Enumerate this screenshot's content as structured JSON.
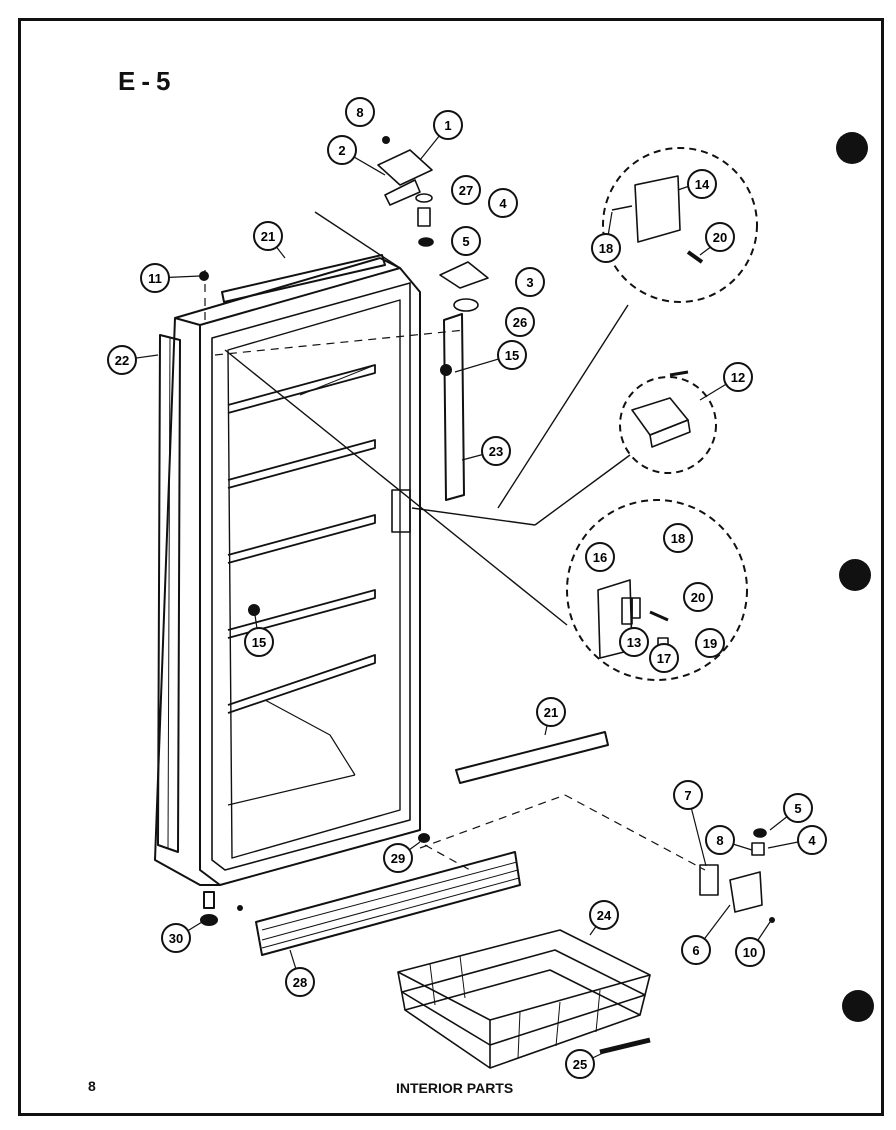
{
  "header": {
    "corner_code": "E-5"
  },
  "footer": {
    "page_number": "8",
    "title": "INTERIOR PARTS"
  },
  "callouts": [
    {
      "id": "c1",
      "label": "1"
    },
    {
      "id": "c2",
      "label": "2"
    },
    {
      "id": "c8a",
      "label": "8"
    },
    {
      "id": "c27",
      "label": "27"
    },
    {
      "id": "c4a",
      "label": "4"
    },
    {
      "id": "c5a",
      "label": "5"
    },
    {
      "id": "c3",
      "label": "3"
    },
    {
      "id": "c26",
      "label": "26"
    },
    {
      "id": "c21a",
      "label": "21"
    },
    {
      "id": "c11",
      "label": "11"
    },
    {
      "id": "c14",
      "label": "14"
    },
    {
      "id": "c18a",
      "label": "18"
    },
    {
      "id": "c20a",
      "label": "20"
    },
    {
      "id": "c12",
      "label": "12"
    },
    {
      "id": "c23",
      "label": "23"
    },
    {
      "id": "c22",
      "label": "22"
    },
    {
      "id": "c15a",
      "label": "15"
    },
    {
      "id": "c15b",
      "label": "15"
    },
    {
      "id": "c16",
      "label": "16"
    },
    {
      "id": "c18b",
      "label": "18"
    },
    {
      "id": "c20b",
      "label": "20"
    },
    {
      "id": "c13",
      "label": "13"
    },
    {
      "id": "c17",
      "label": "17"
    },
    {
      "id": "c19",
      "label": "19"
    },
    {
      "id": "c21b",
      "label": "21"
    },
    {
      "id": "c7",
      "label": "7"
    },
    {
      "id": "c5b",
      "label": "5"
    },
    {
      "id": "c8b",
      "label": "8"
    },
    {
      "id": "c4b",
      "label": "4"
    },
    {
      "id": "c29",
      "label": "29"
    },
    {
      "id": "c30",
      "label": "30"
    },
    {
      "id": "c28",
      "label": "28"
    },
    {
      "id": "c24",
      "label": "24"
    },
    {
      "id": "c6",
      "label": "6"
    },
    {
      "id": "c10",
      "label": "10"
    },
    {
      "id": "c25",
      "label": "25"
    }
  ]
}
